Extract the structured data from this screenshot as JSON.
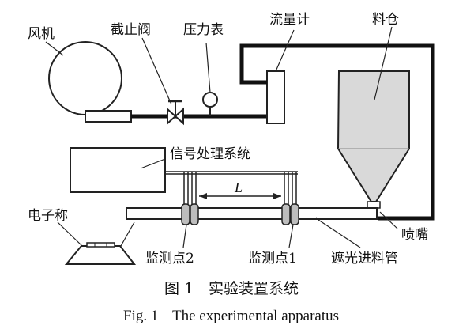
{
  "labels": {
    "fan": "风机",
    "valve": "截止阀",
    "pressure_gauge": "压力表",
    "flow_meter": "流量计",
    "hopper": "料仓",
    "signal_processing": "信号处理系统",
    "distance": "L",
    "scale": "电子称",
    "nozzle": "喷嘴",
    "point2": "监测点2",
    "point1": "监测点1",
    "feed_pipe": "遮光进料管"
  },
  "caption": {
    "zh_num": "图 1",
    "zh_title": "实验装置系统",
    "en_num": "Fig. 1",
    "en_title": "The experimental apparatus"
  }
}
